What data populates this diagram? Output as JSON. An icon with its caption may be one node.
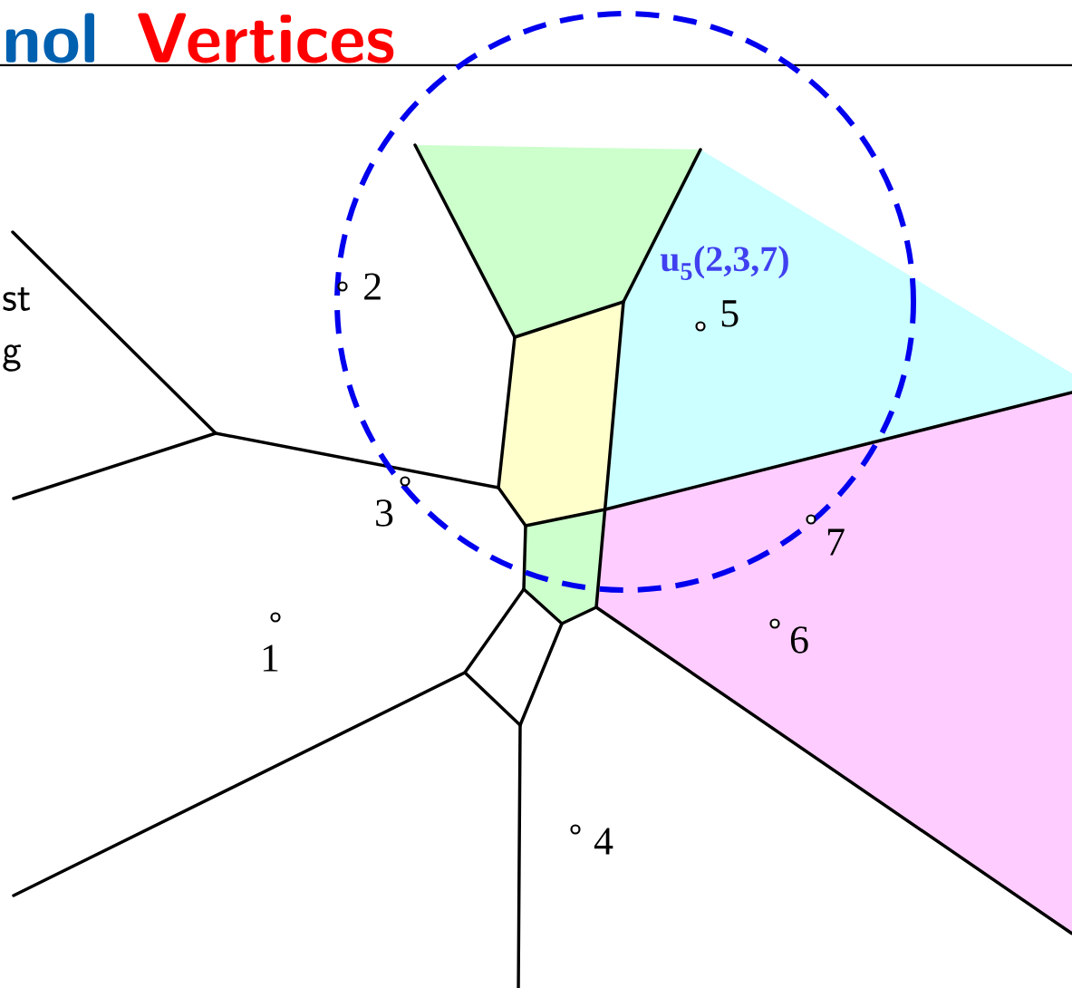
{
  "diagram": {
    "labels": [
      "nol",
      "Vertices",
      "st",
      "g",
      "2",
      "u$_{5}$(2,3,7)",
      "5",
      "3",
      "7",
      "1",
      "6",
      "4"
    ]
  }
}
